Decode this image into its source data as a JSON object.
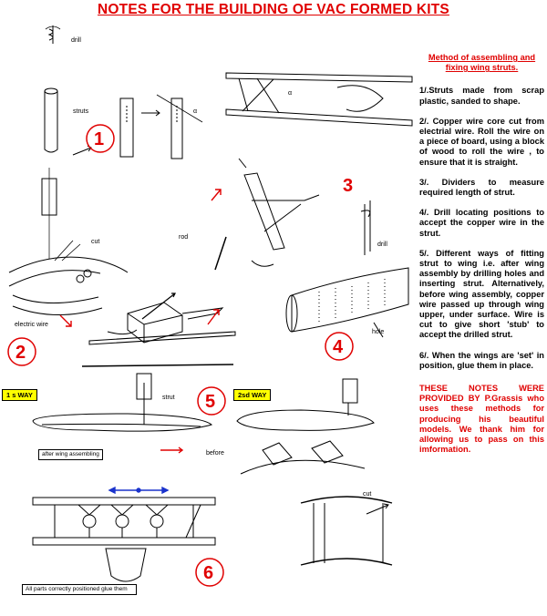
{
  "title": "NOTES FOR THE BUILDING OF VAC FORMED KITS",
  "notes": {
    "heading": "Method of assembling and fixing wing struts.",
    "steps": [
      "1/.Struts made from scrap plastic, sanded to shape.",
      "2/. Copper wire core cut from electrial wire. Roll the wire on a piece of board, using a block of wood to roll the wire , to ensure that it is straight.",
      "3/. Dividers to measure required length of strut.",
      "4/. Drill locating positions to accept the copper wire in the strut.",
      "5/. Different ways of fitting strut to wing i.e. after wing assembly by drilling holes and inserting strut. Alternatively, before wing assembly, copper wire passed up through wing upper, under surface. Wire is cut to give short 'stub' to accept the drilled strut.",
      "6/. When the wings are 'set' in position, glue them in place."
    ],
    "credit": "THESE NOTES WERE PROVIDED BY P.Grassis who uses these methods for producing his beautiful models. We thank him for allowing us to pass on this imformation."
  },
  "diagram": {
    "numbers": [
      "1",
      "2",
      "3",
      "4",
      "5",
      "6"
    ],
    "labels": {
      "drill_top": "drill",
      "struts": "struts",
      "alpha1": "α",
      "alpha2": "α",
      "cut_top": "cut",
      "rod": "rod",
      "electric_wire": "electric wire",
      "drill_right": "drill",
      "hole": "hole",
      "strut": "strut",
      "before": "before",
      "cut_bottom": "cut"
    },
    "way1": "1 s WAY",
    "way2": "2sd WAY",
    "after_wing": "after wing assembling",
    "parts_note": "All parts correctly positioned glue them"
  }
}
